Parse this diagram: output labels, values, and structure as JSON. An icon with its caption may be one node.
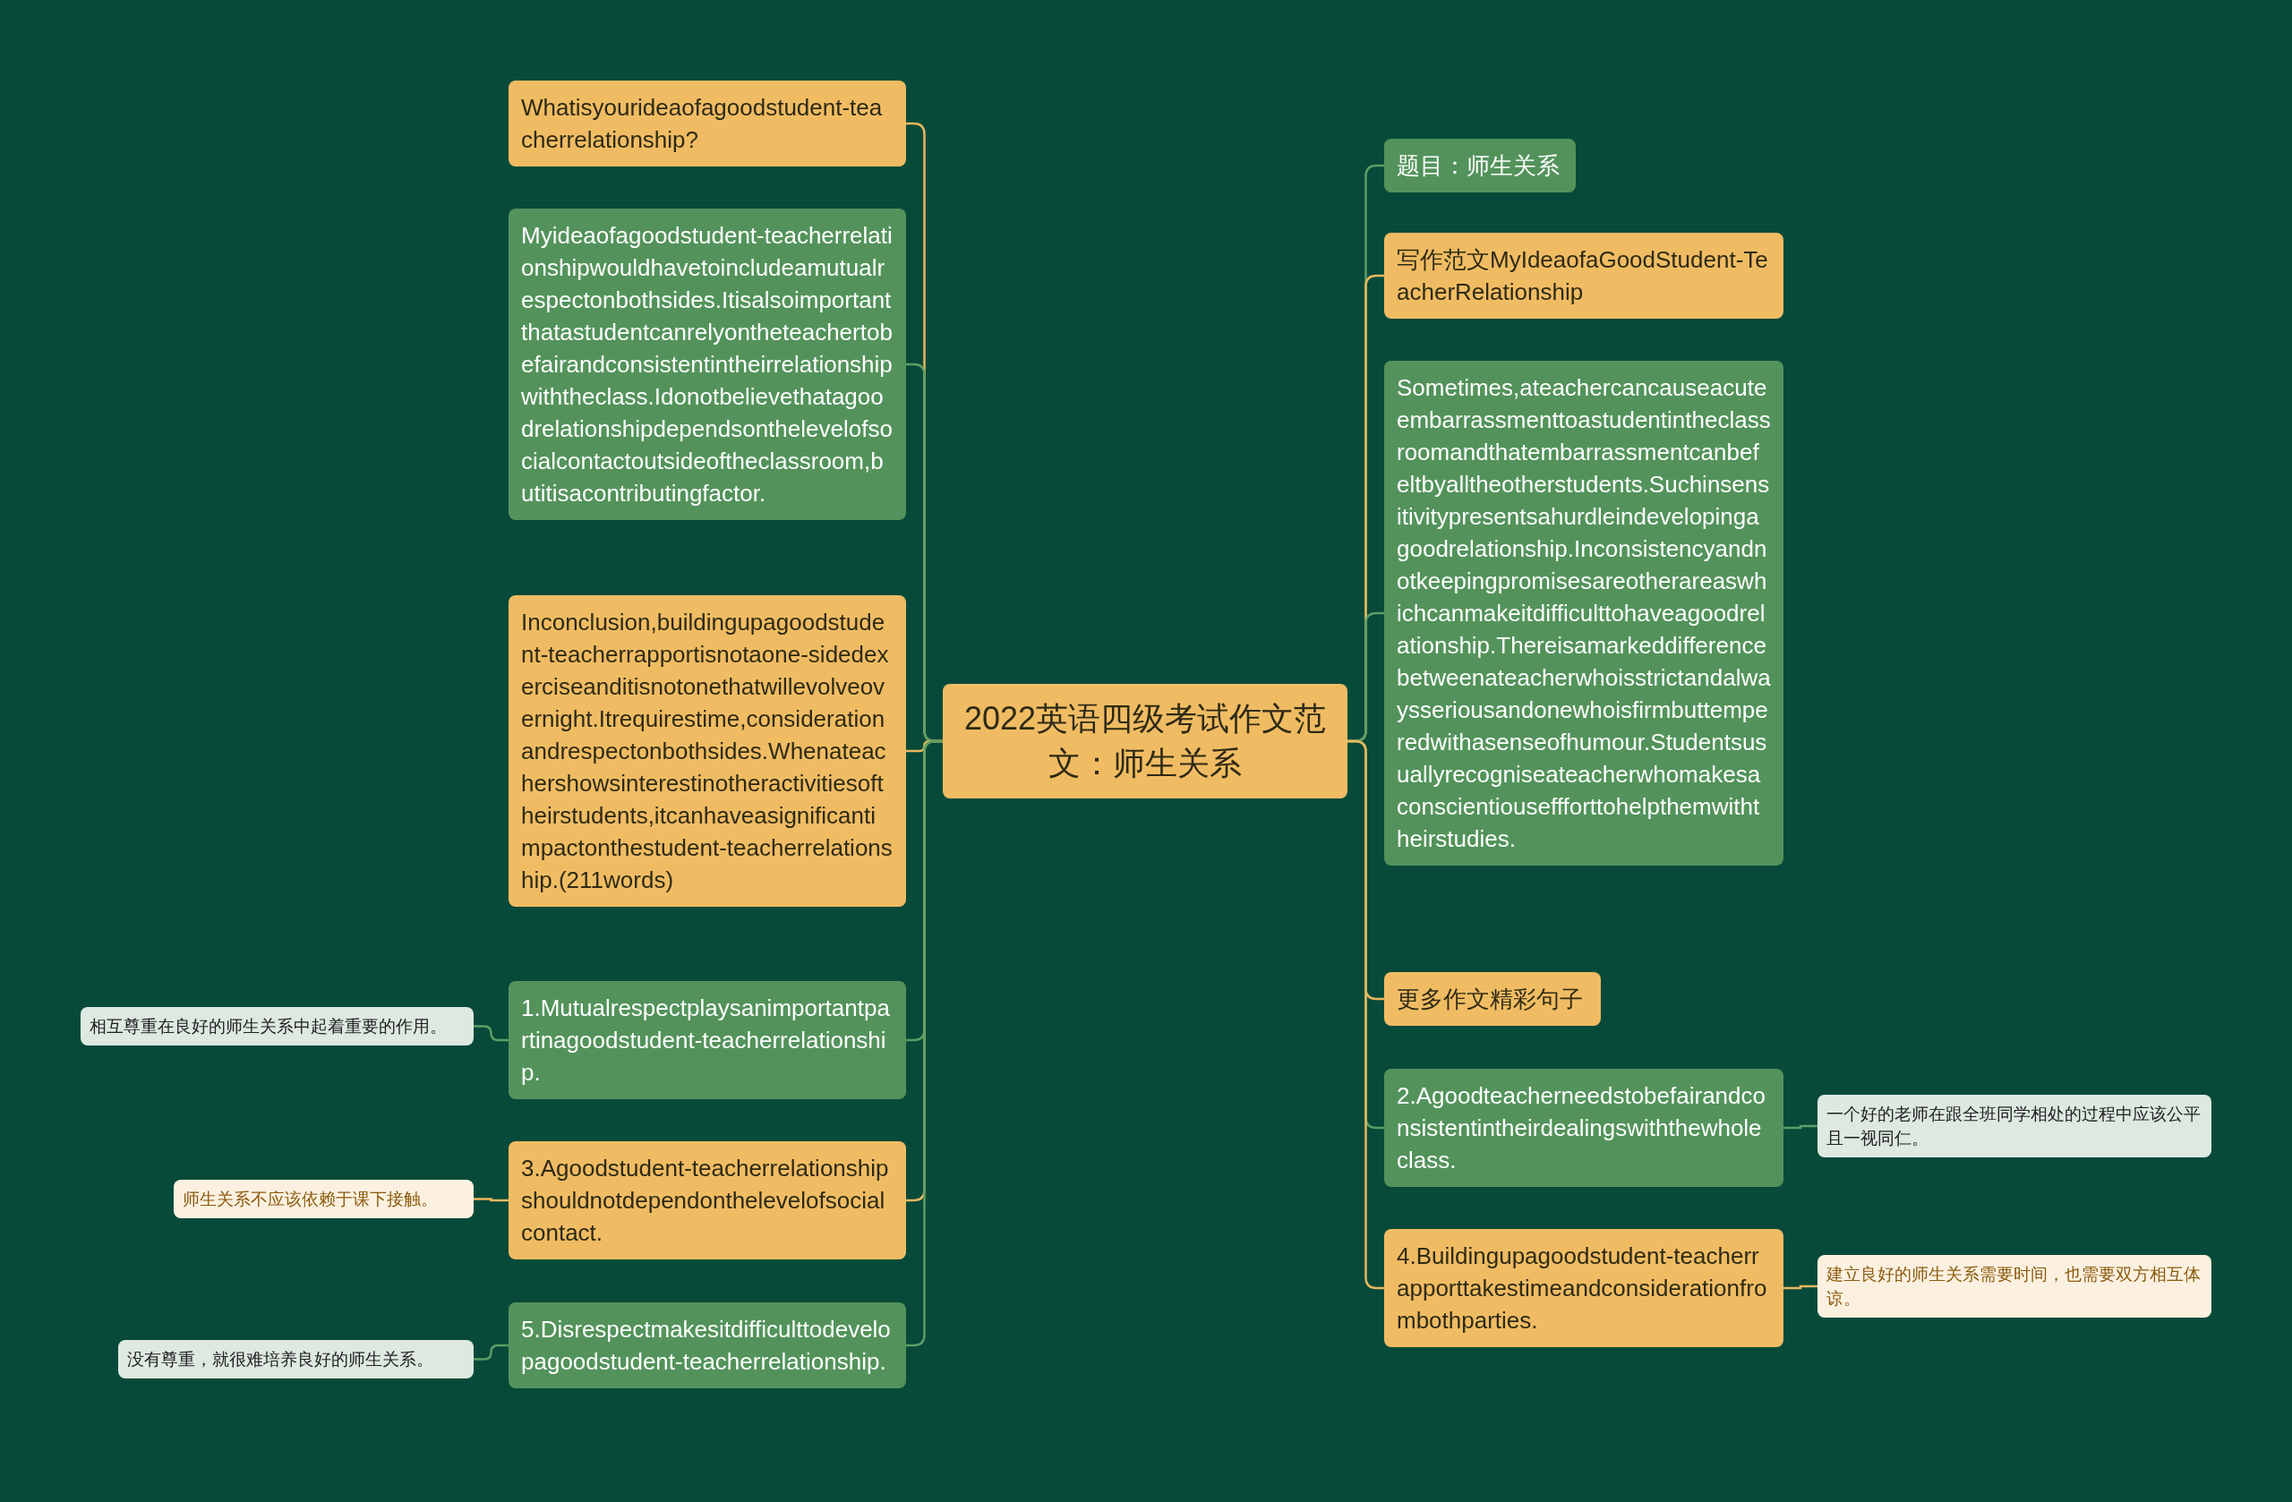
{
  "diagram": {
    "nodes": [
      {
        "text": [
          "2022英语四级考试作文范文：师生关系"
        ]
      },
      {
        "text": [
          "Whatisyourideaofagoodstudent-teacherrelationship?"
        ]
      },
      {
        "text": [
          "Myideaofagoodstudent-teacherrelationshipwouldhavetoincludeamutualrespectonbothsides.Itisalsoimportantthatastudentcanrelyontheteachertobefairandconsistentintheirrelationshipwiththeclass.Idonotbelievethatagoodrelationshipdependsonthelevelofsocialcontactoutsideoftheclassroom,butitisacontributingfactor."
        ]
      },
      {
        "text": [
          "Inconclusion,buildingupagoodstudent-teacherrapportisnotaone-sidedexerciseanditisnotonethatwillevolveovernight.Itrequirestime,considerationandrespectonbothsides.Whenateachershowsinterestinotheractivitiesoftheirstudents,itcanhaveasignificantimpactonthestudent-teacherrelationship.(211words)"
        ]
      },
      {
        "text": [
          "1.Mutualrespectplaysanimportantpartinagoodstudent-teacherrelationship."
        ]
      },
      {
        "text": [
          "3.Agoodstudent-teacherrelationshipshouldnotdependonthelevelofsocialcontact."
        ]
      },
      {
        "text": [
          "5.Disrespectmakesitdifficulttodevelopagoodstudent-teacherrelationship."
        ]
      },
      {
        "text": [
          "题目：师生关系"
        ]
      },
      {
        "text": [
          "写作范文MyIdeaofaGoodStudent-TeacherRelationship"
        ]
      },
      {
        "text": [
          "Sometimes,ateachercancauseacuteembarrassmenttoastudentintheclassroomandthatembarrassmentcanbefeltbyalltheotherstudents.Suchinsensitivitypresentsahurdleindevelopingagoodrelationship.Inconsistencyandnotkeepingpromisesareotherareaswhichcanmakeitdifficulttohaveagoodrelationship.Thereisamarkeddifferencebetweenateacherwhoisstrictandalwaysseriousandonewhoisfirmbuttemperedwithasenseofhumour.Studentsusuallyrecogniseateacherwhomakesaconscientiouseffforttohelpthemwiththeirstudies."
        ]
      },
      {
        "text": [
          "更多作文精彩句子"
        ]
      },
      {
        "text": [
          "2.Agoodteacherneedstobefairandconsistentintheirdealingswiththewholeclass."
        ]
      },
      {
        "text": [
          "4.Buildingupagoodstudent-teacherrapporttakestimeandconsiderationfrombothparties."
        ]
      },
      {
        "text": [
          "相互尊重在良好的师生关系中起着重要的作用。"
        ]
      },
      {
        "text": [
          "师生关系不应该依赖于课下接触。"
        ]
      },
      {
        "text": [
          "没有尊重，就很难培养良好的师生关系。"
        ]
      },
      {
        "text": [
          "一个好的老师在跟全班同学相处的过程中应该公平且一视同仁。"
        ]
      },
      {
        "text": [
          "建立良好的师生关系需要时间，也需要双方相互体谅。"
        ]
      }
    ],
    "edges": [
      {
        "from": 0,
        "to": 1,
        "arrow": "none",
        "color": "#e9b85e"
      },
      {
        "from": 0,
        "to": 2,
        "arrow": "none"
      },
      {
        "from": 0,
        "to": 3,
        "arrow": "none",
        "color": "#e9b85e"
      },
      {
        "from": 0,
        "to": 4,
        "arrow": "none"
      },
      {
        "from": 0,
        "to": 5,
        "arrow": "none",
        "color": "#e9b85e"
      },
      {
        "from": 0,
        "to": 6,
        "arrow": "none"
      },
      {
        "from": 0,
        "to": 7,
        "arrow": "none"
      },
      {
        "from": 0,
        "to": 8,
        "arrow": "none",
        "color": "#e9b85e"
      },
      {
        "from": 0,
        "to": 9,
        "arrow": "none"
      },
      {
        "from": 0,
        "to": 10,
        "arrow": "none",
        "color": "#e9b85e"
      },
      {
        "from": 0,
        "to": 11,
        "arrow": "none"
      },
      {
        "from": 0,
        "to": 12,
        "arrow": "none",
        "color": "#e9b85e"
      },
      {
        "from": 4,
        "to": 13,
        "arrow": "none"
      },
      {
        "from": 5,
        "to": 14,
        "arrow": "none",
        "color": "#e9b85e"
      },
      {
        "from": 6,
        "to": 15,
        "arrow": "none"
      },
      {
        "from": 11,
        "to": 16,
        "arrow": "none"
      },
      {
        "from": 12,
        "to": 17,
        "arrow": "none",
        "color": "#e9b85e"
      }
    ]
  }
}
